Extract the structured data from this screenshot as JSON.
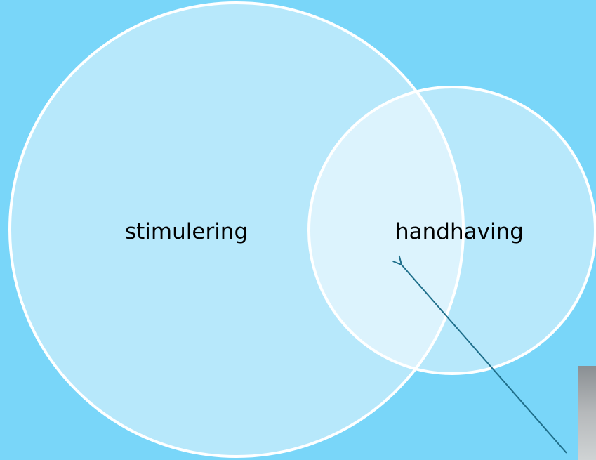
{
  "colors": {
    "background": "#79d6f9",
    "circle_fill": "#b7e8fb",
    "overlap_fill": "#dcf3fd",
    "circle_stroke": "#ffffff",
    "arrow": "#1f6f8b"
  },
  "diagram": {
    "type": "venn",
    "sets": [
      {
        "label": "stimulering"
      },
      {
        "label": "handhaving"
      }
    ],
    "arrow_target": "overlap"
  }
}
